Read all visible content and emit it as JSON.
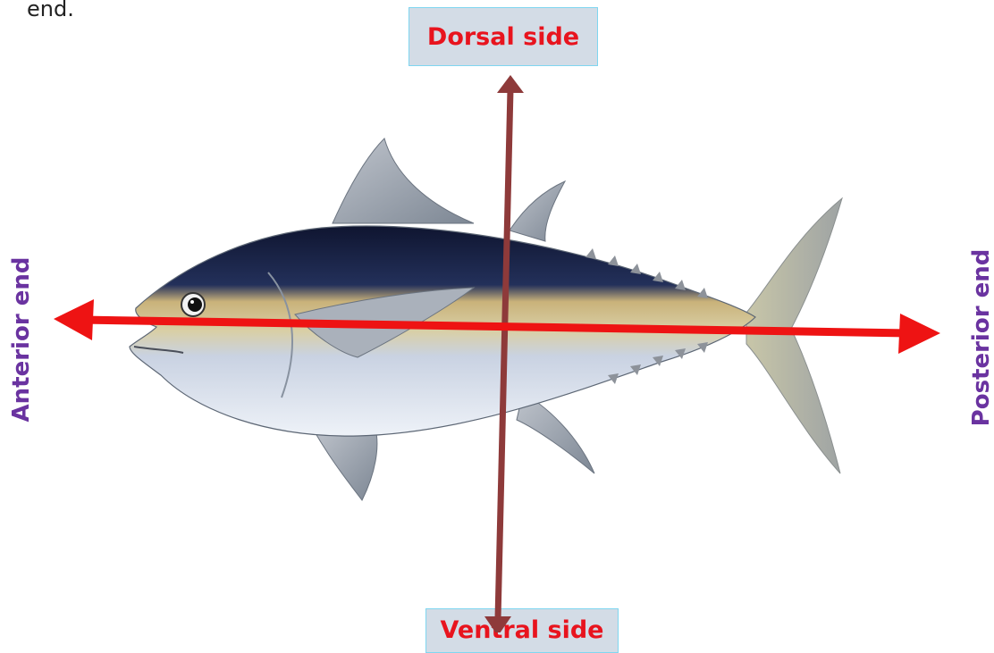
{
  "text_fragment": "end.",
  "labels": {
    "dorsal": "Dorsal side",
    "ventral": "Ventral side",
    "anterior": "Anterior end",
    "posterior": "Posterior end"
  },
  "colors": {
    "label_red": "#e8141e",
    "label_purple": "#6a33a0",
    "axis_red": "#ee1313",
    "axis_brown": "#8e3a3a",
    "box_fill": "#d3dce6"
  }
}
